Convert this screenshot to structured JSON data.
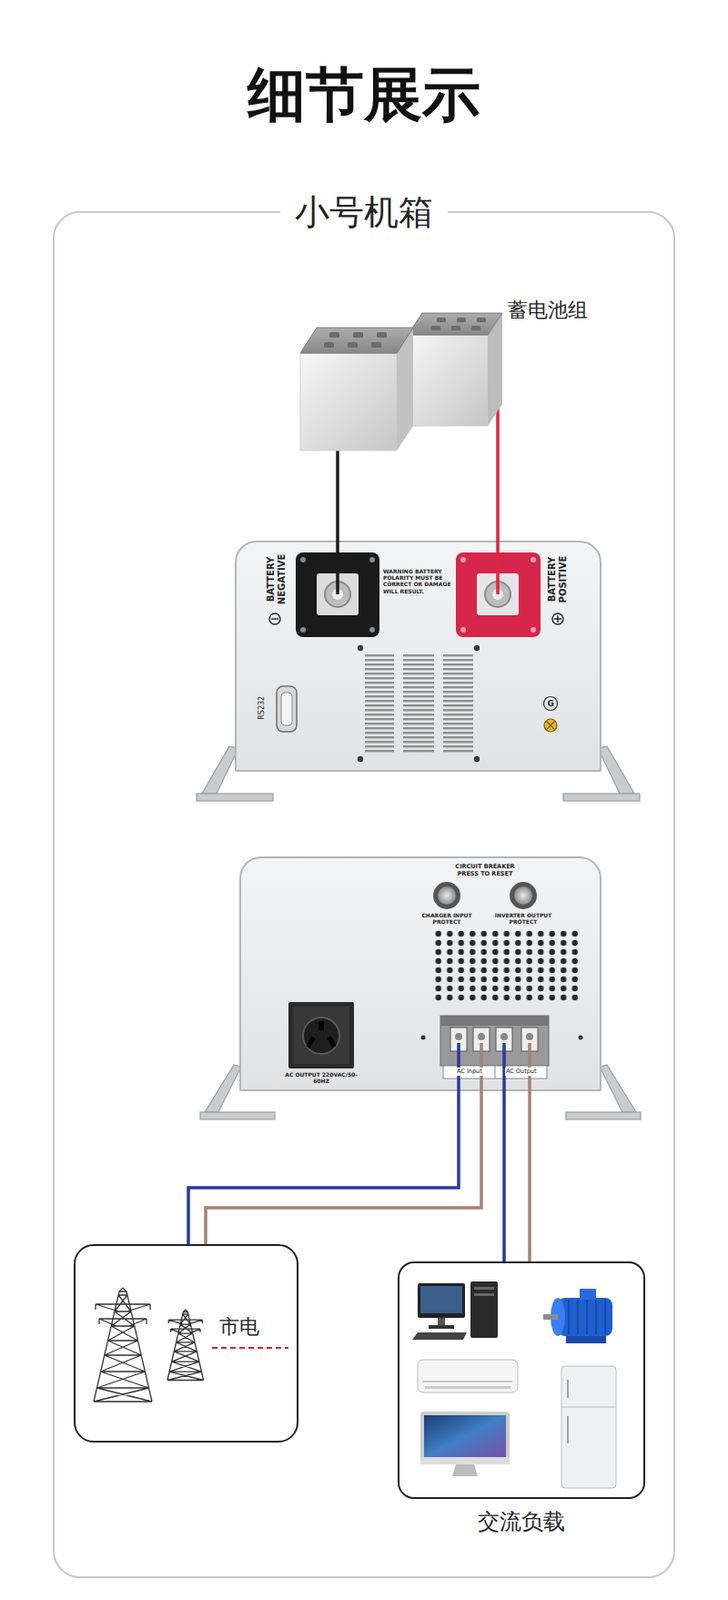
{
  "diagram": {
    "title": "细节展示",
    "nodes": [
      {
        "text": [
          "小号机箱"
        ]
      },
      {
        "text": [
          "蓄电池组"
        ],
        "in": 0
      },
      {
        "text": [
          "BATTERY NEGATIVE",
          "WARNING BATTERY POLARITY MUST BE CORRECT OR DAMAGE WILL RESULT.",
          "BATTERY POSITIVE",
          "RS232",
          "G"
        ],
        "in": 0
      },
      {
        "text": [
          "CIRCUIT BREAKER PRESS TO RESET",
          "CHARGER INPUT PROTECT",
          "INVERTER OUTPUT PROTECT",
          "AC OUTPUT 220VAC/50-60HZ",
          "AC Input",
          "AC Output"
        ],
        "in": 0
      },
      {
        "text": [
          "市电"
        ],
        "in": 0
      },
      {
        "text": [
          "交流负载"
        ],
        "in": 0
      }
    ],
    "edges": [
      {
        "from": 1,
        "to": 2,
        "arrow": "none"
      },
      {
        "from": 1,
        "to": 2,
        "arrow": "none"
      },
      {
        "from": 4,
        "to": 3,
        "arrow": "none"
      },
      {
        "from": 4,
        "to": 3,
        "arrow": "none"
      },
      {
        "from": 3,
        "to": 5,
        "arrow": "none"
      },
      {
        "from": 3,
        "to": 5,
        "arrow": "none"
      }
    ]
  }
}
